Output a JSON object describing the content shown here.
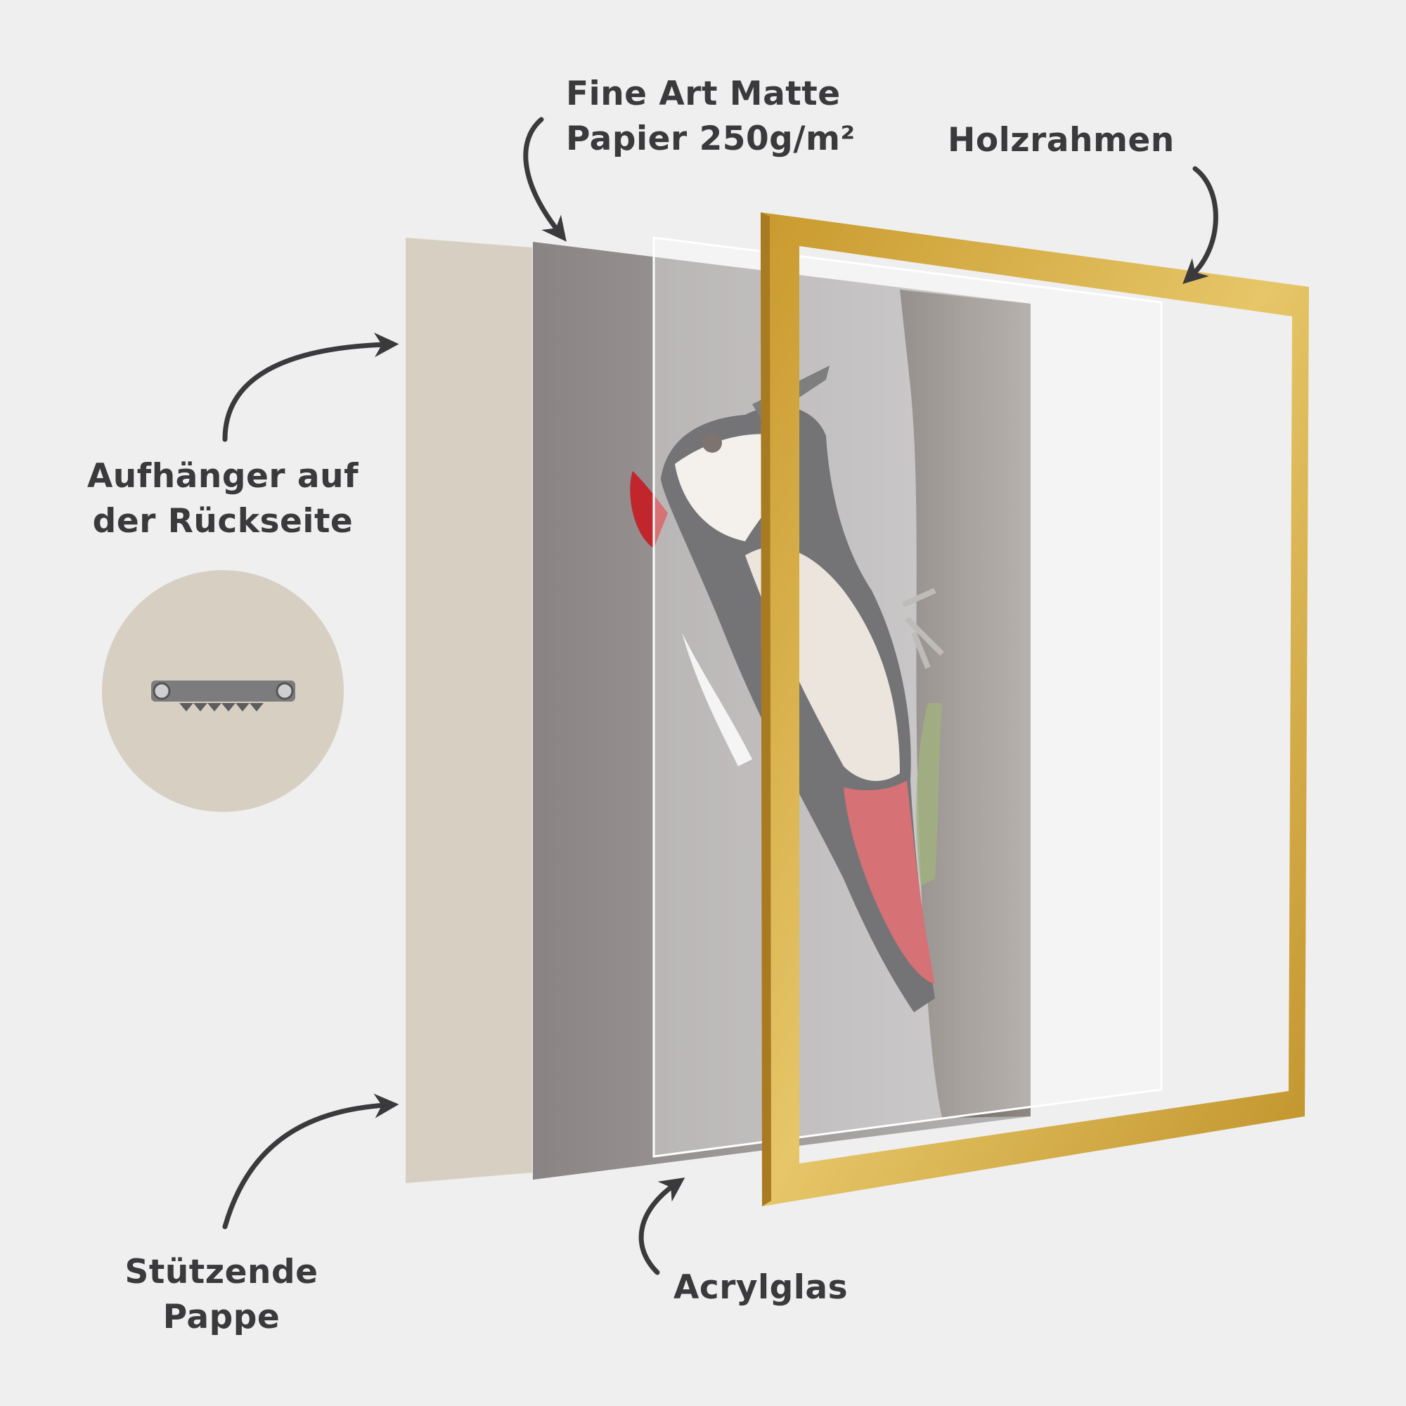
{
  "labels": {
    "paper": {
      "line1": "Fine Art Matte",
      "line2": "Papier 250g/m²"
    },
    "frame": "Holzrahmen",
    "hanger": {
      "line1": "Aufhänger auf",
      "line2": "der Rückseite"
    },
    "backing": {
      "line1": "Stützende",
      "line2": "Pappe"
    },
    "acrylic": "Acrylglas"
  },
  "colors": {
    "background": "#efefef",
    "text": "#3a3a3c",
    "cardboard": "#d8cfc3",
    "frame_gold": "#d9b24a",
    "paper_gray": "#8f8a8b",
    "woodpecker_red": "#c0262c"
  }
}
